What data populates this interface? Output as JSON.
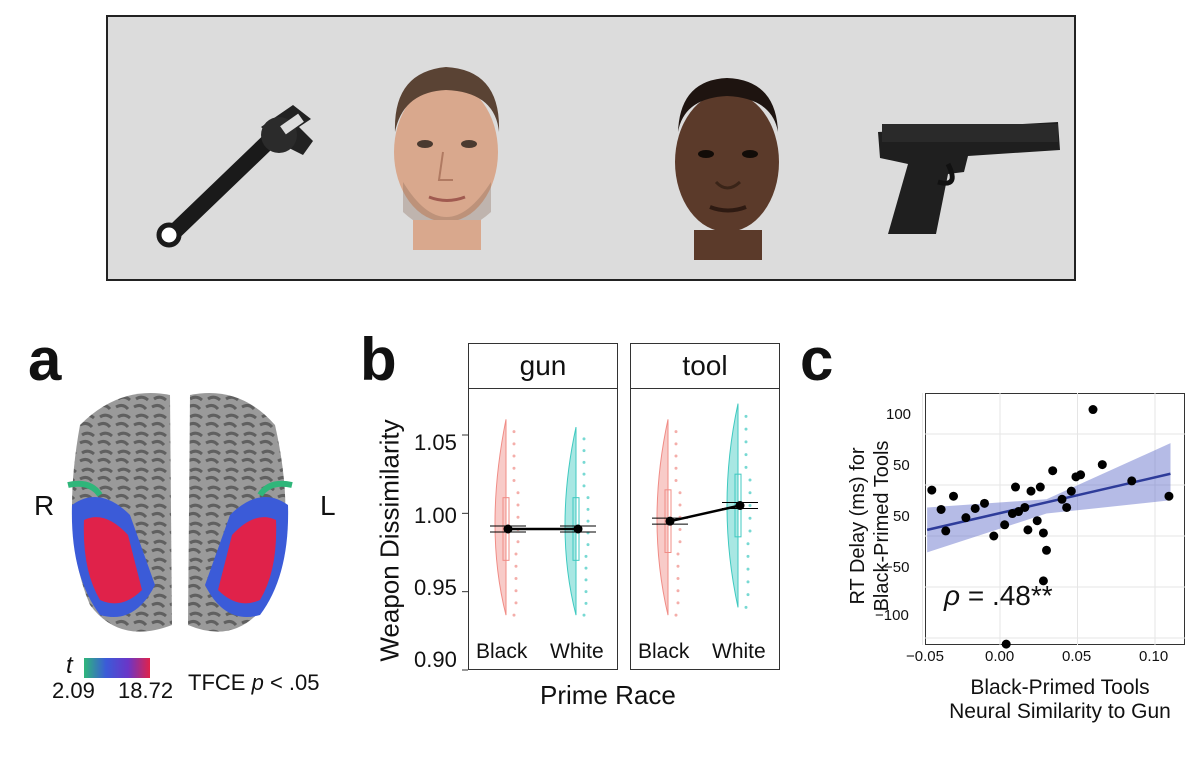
{
  "stimulus": {
    "items": [
      "wrench-icon",
      "white-face",
      "black-face",
      "handgun-icon"
    ]
  },
  "panel_a": {
    "letter": "a",
    "hemisphere_right": "R",
    "hemisphere_left": "L",
    "colorbar": {
      "symbol": "t",
      "min": "2.09",
      "max": "18.72",
      "threshold": "TFCE",
      "p_symbol": "p",
      "threshold_value": "< .05",
      "colors": [
        "#2fb67a",
        "#3b5bd8",
        "#6a36c8",
        "#e0224a"
      ]
    }
  },
  "panel_b": {
    "letter": "b"
  },
  "panel_c": {
    "letter": "c"
  },
  "chart_data": [
    {
      "type": "violin",
      "panel": "b",
      "ylabel": "Weapon Dissimilarity",
      "xlabel": "Prime Race",
      "ylim": [
        0.9,
        1.08
      ],
      "yticks": [
        "0.90",
        "0.95",
        "1.00",
        "1.05"
      ],
      "facets": [
        {
          "name": "gun",
          "categories": [
            "Black",
            "White"
          ],
          "means": [
            0.99,
            0.99
          ]
        },
        {
          "name": "tool",
          "categories": [
            "Black",
            "White"
          ],
          "means": [
            0.995,
            1.005
          ]
        }
      ],
      "colors": {
        "Black": "#f08c86",
        "White": "#3fc9c0"
      }
    },
    {
      "type": "scatter",
      "panel": "c",
      "ylabel": [
        "RT Delay (ms) for",
        "Black-Primed Tools"
      ],
      "xlabel": [
        "Black-Primed Tools",
        "Neural Similarity to Gun"
      ],
      "xticks": [
        "−0.05",
        "0.00",
        "0.05",
        "0.10"
      ],
      "yticks": [
        "100",
        "50",
        "50",
        "−50",
        "−100"
      ],
      "annotation": {
        "symbol": "ρ",
        "text": "= .48**"
      },
      "points": [
        [
          -0.044,
          45
        ],
        [
          -0.038,
          26
        ],
        [
          -0.035,
          5
        ],
        [
          -0.03,
          39
        ],
        [
          -0.022,
          18
        ],
        [
          -0.016,
          27
        ],
        [
          -0.01,
          32
        ],
        [
          -0.004,
          0
        ],
        [
          0.003,
          11
        ],
        [
          0.008,
          22
        ],
        [
          0.01,
          48
        ],
        [
          0.012,
          24
        ],
        [
          0.016,
          28
        ],
        [
          0.018,
          6
        ],
        [
          0.02,
          44
        ],
        [
          0.024,
          15
        ],
        [
          0.026,
          48
        ],
        [
          0.028,
          3
        ],
        [
          0.03,
          -14
        ],
        [
          0.034,
          64
        ],
        [
          0.04,
          36
        ],
        [
          0.043,
          28
        ],
        [
          0.046,
          44
        ],
        [
          0.049,
          58
        ],
        [
          0.052,
          60
        ],
        [
          0.06,
          124
        ],
        [
          0.066,
          70
        ],
        [
          0.085,
          54
        ],
        [
          0.109,
          39
        ],
        [
          0.004,
          -106
        ],
        [
          0.028,
          -44
        ]
      ],
      "fit": {
        "x": [
          -0.047,
          0.11
        ],
        "y": [
          6,
          61
        ]
      }
    }
  ]
}
